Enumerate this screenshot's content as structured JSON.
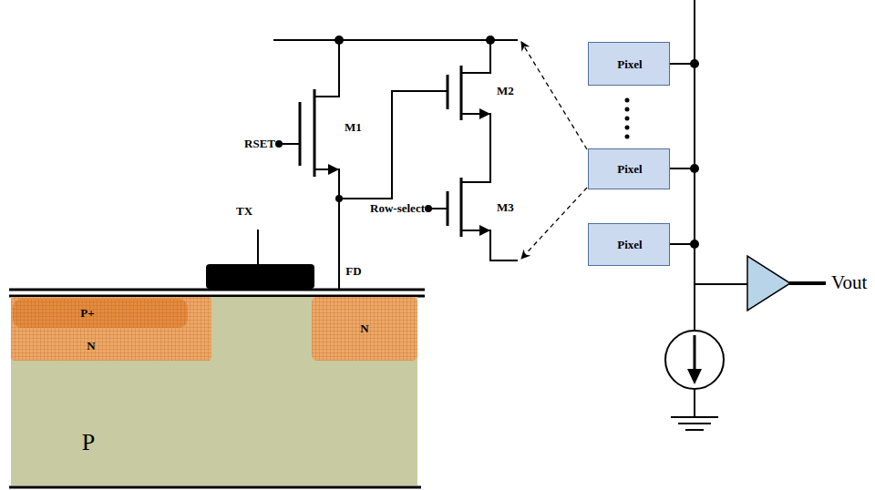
{
  "diagram": {
    "nodes": [
      {
        "text": [
          "P"
        ]
      },
      {
        "text": [
          "N"
        ],
        "in": 0
      },
      {
        "text": [
          "P+"
        ],
        "in": 1
      },
      {
        "text": [
          "N"
        ],
        "in": 0
      },
      {
        "text": [
          "Pixel"
        ]
      },
      {
        "text": [
          "Pixel"
        ]
      },
      {
        "text": [
          "Pixel"
        ]
      }
    ],
    "labels": [
      "RSET",
      "M1",
      "M2",
      "TX",
      "Row-select",
      "M3",
      "FD",
      "Vout"
    ]
  }
}
